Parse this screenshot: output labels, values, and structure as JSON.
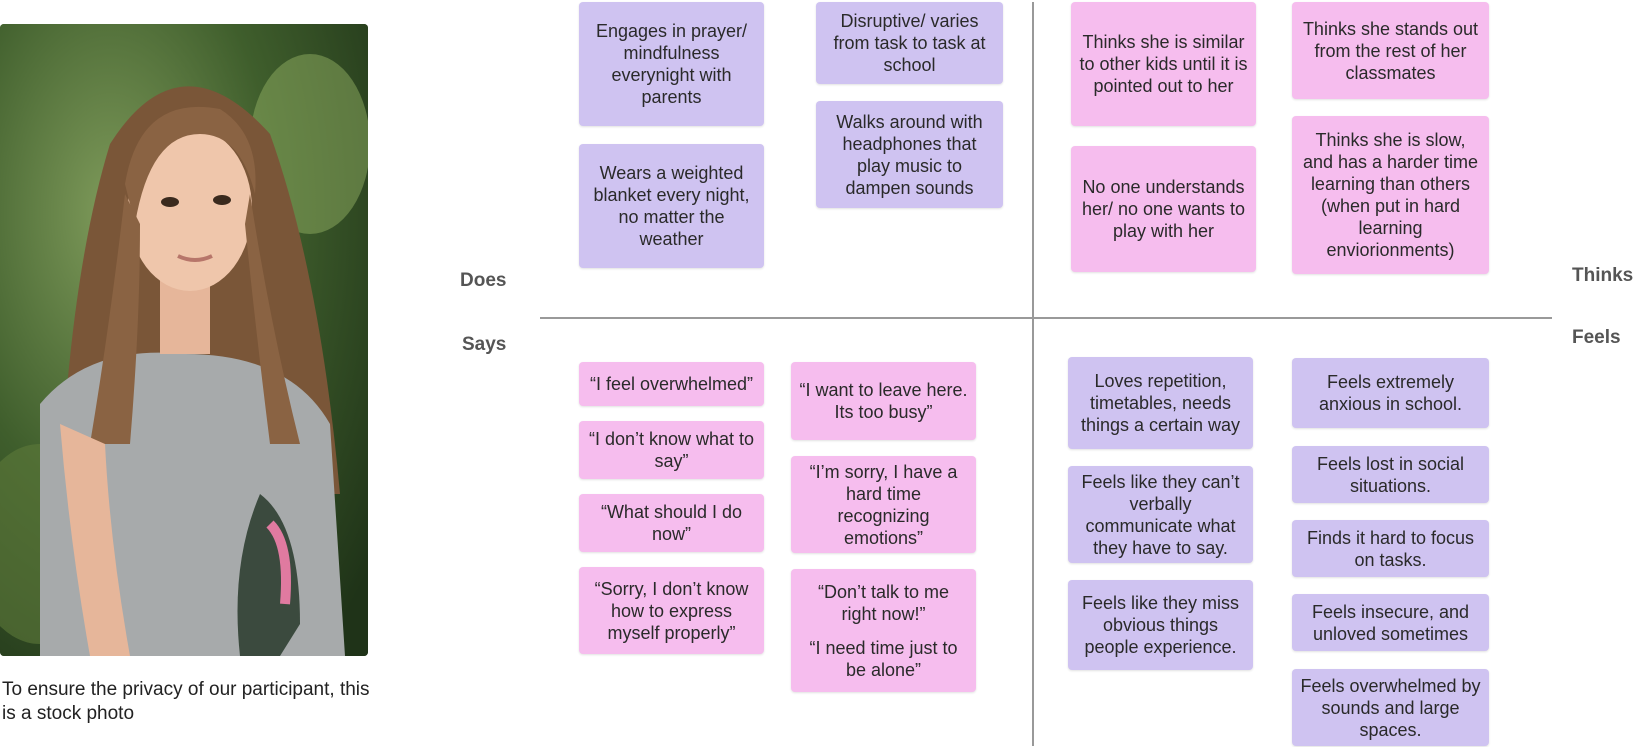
{
  "colors": {
    "purple_note": "#cfc3f1",
    "pink_note": "#f6bdee",
    "axis_line": "#999999"
  },
  "photo": {
    "caption": "To ensure the privacy of our participant, this is a stock photo"
  },
  "quadrants": {
    "does": {
      "label": "Does",
      "notes": [
        "Engages in prayer/ mindfulness everynight with parents",
        "Wears a weighted blanket every night, no matter the weather",
        "Disruptive/ varies from task to task at school",
        "Walks around with headphones that play music to dampen sounds"
      ]
    },
    "thinks": {
      "label": "Thinks",
      "notes": [
        "Thinks she is similar to other kids until it is pointed out to her",
        "No one understands her/ no one wants to play with her",
        "Thinks she stands out from the rest of her classmates",
        "Thinks she is slow, and has a harder time learning than others (when put in hard learning enviorionments)"
      ]
    },
    "says": {
      "label": "Says",
      "notes": [
        "“I feel overwhelmed”",
        "“I don’t know what to say”",
        "“What should I do now”",
        "“Sorry, I don’t know how to express myself properly”",
        "“I want to leave here. Its too busy”",
        "“I’m sorry, I have a hard time recognizing emotions”",
        "“Don’t talk to me right now!”",
        "“I need time just to be alone”"
      ]
    },
    "feels": {
      "label": "Feels",
      "notes": [
        "Loves repetition, timetables, needs things a certain way",
        "Feels like they can’t verbally communicate what they have to say.",
        "Feels like they miss obvious things people experience.",
        "Feels extremely anxious in school.",
        "Feels lost in social situations.",
        "Finds it hard to focus on tasks.",
        "Feels insecure, and unloved sometimes",
        "Feels overwhelmed by sounds and large spaces."
      ]
    }
  }
}
